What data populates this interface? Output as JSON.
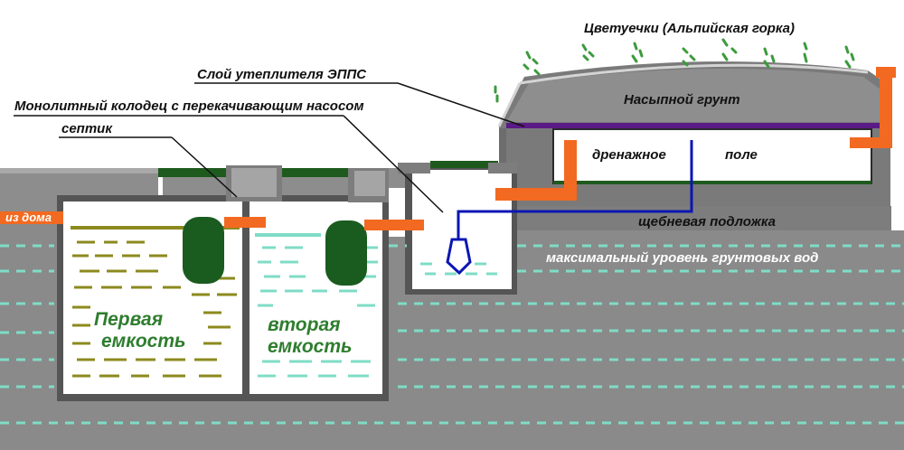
{
  "labels": {
    "flowers": "Цветуечки (Альпийская горка)",
    "insulation": "Слой утеплителя ЭППС",
    "well": "Монолитный колодец с перекачивающим насосом",
    "septic": "септик",
    "from_house": "из дома",
    "backfill": "Насыпной грунт",
    "drainage_word": "дренажное",
    "field_word": "поле",
    "gravel": "щебневая подложка",
    "groundwater": "максимальный уровень грунтовых вод",
    "first_1": "Первая",
    "first_2": "емкость",
    "second_1": "вторая",
    "second_2": "емкость"
  },
  "colors": {
    "soil": "#8c8c8c",
    "soil_dark": "#757575",
    "concrete": "#959595",
    "lid": "#1e5a1e",
    "float": "#1a5c1f",
    "pipe": "#f26a21",
    "pump_pipe": "#0b16b4",
    "insulation": "#5b1a86",
    "effluent_first": "#8c8a1e",
    "effluent_second": "#7fdcc6",
    "water_dash": "#7fdcc6",
    "plants": "#3c9a3c"
  }
}
